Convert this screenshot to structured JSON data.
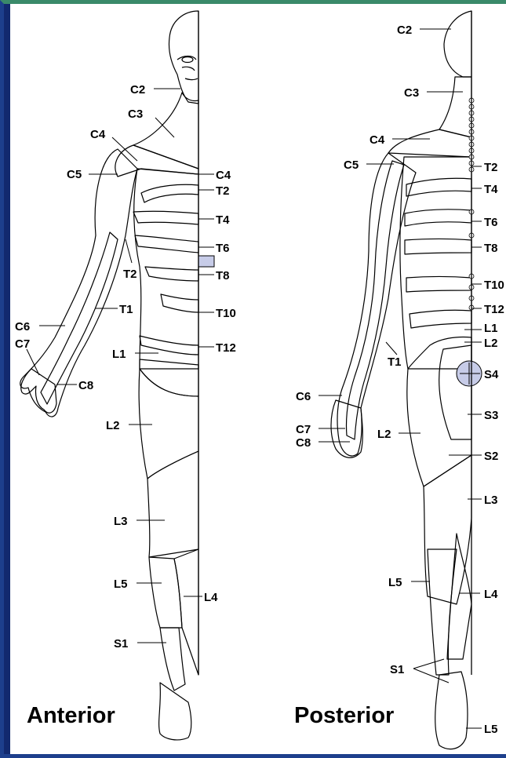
{
  "views": {
    "anterior": {
      "title": "Anterior"
    },
    "posterior": {
      "title": "Posterior"
    }
  },
  "colors": {
    "light": "#c7cce8",
    "dark": "#7b8fcf",
    "skin": "#ffffff",
    "frame_blue": "#1d3f8c",
    "frame_green": "#3a8a6a"
  },
  "anterior_labels": {
    "c2": "C2",
    "c3": "C3",
    "c4": "C4",
    "c5": "C5",
    "c4_mid": "C4",
    "t2": "T2",
    "t4": "T4",
    "t6": "T6",
    "t8": "T8",
    "t10": "T10",
    "t12": "T12",
    "t2_arm": "T2",
    "t1": "T1",
    "c6": "C6",
    "c7": "C7",
    "c8": "C8",
    "l1": "L1",
    "l2": "L2",
    "l3": "L3",
    "l4": "L4",
    "l5": "L5",
    "s1": "S1"
  },
  "posterior_labels": {
    "c2": "C2",
    "c3": "C3",
    "c4": "C4",
    "c5": "C5",
    "t2": "T2",
    "t4": "T4",
    "t6": "T6",
    "t8": "T8",
    "t10": "T10",
    "t12": "T12",
    "l1": "L1",
    "l2": "L2",
    "s4": "S4",
    "s3": "S3",
    "s2": "S2",
    "l3": "L3",
    "t1": "T1",
    "c6": "C6",
    "c7": "C7",
    "c8": "C8",
    "l2_leg": "L2",
    "l4": "L4",
    "l5": "L5",
    "s1": "S1",
    "l5_foot": "L5"
  }
}
